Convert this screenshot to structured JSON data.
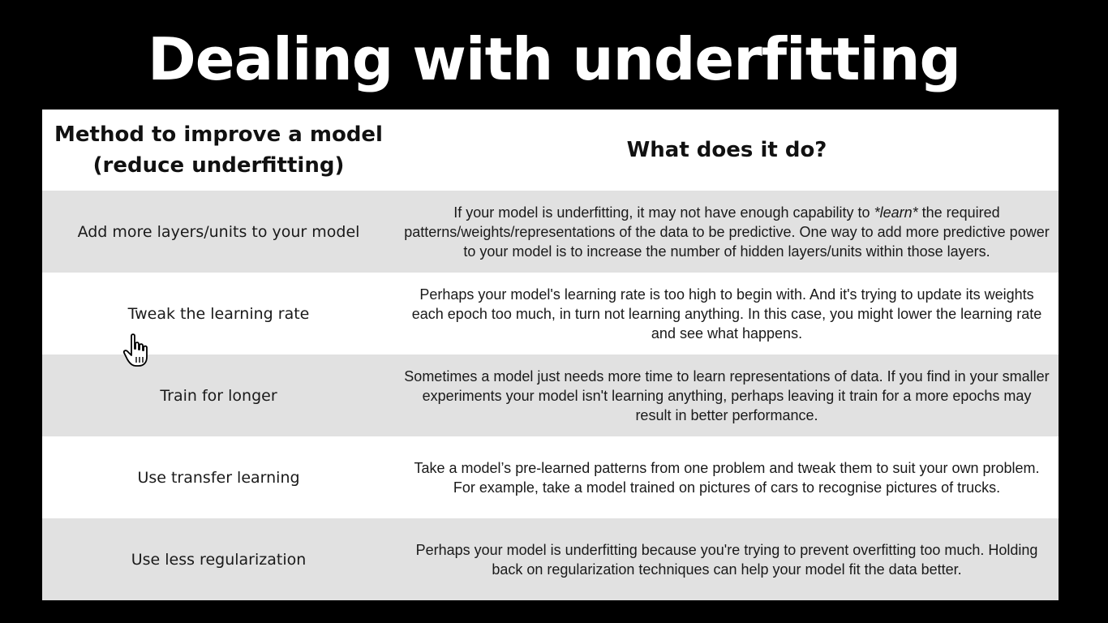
{
  "slide": {
    "title": "Dealing with underfitting"
  },
  "table": {
    "headers": {
      "method": "Method to improve a model (reduce underfitting)",
      "description": "What does it do?"
    },
    "rows": [
      {
        "method": "Add more layers/units to your model",
        "description_before": "If your model is underfitting, it may not have enough capability to ",
        "description_emphasis": "*learn*",
        "description_after": " the required patterns/weights/representations of the data to be predictive. One way to add more predictive power to your model is to increase the number of hidden layers/units within those layers."
      },
      {
        "method": "Tweak the learning rate",
        "description": "Perhaps your model's learning rate is too high to begin with. And it's trying to update its weights each epoch too much, in turn not learning anything. In this case, you might lower the learning rate and see what happens."
      },
      {
        "method": "Train for longer",
        "description": "Sometimes a model just needs more time to learn representations of data. If you find in your smaller experiments your model isn't learning anything, perhaps leaving it train for a more epochs may result in better performance."
      },
      {
        "method": "Use transfer learning",
        "description": "Take a model’s pre-learned patterns from one problem and tweak them to suit your own problem. For example, take a model trained on pictures of cars to recognise pictures of trucks."
      },
      {
        "method": "Use less regularization",
        "description": "Perhaps your model is underfitting because you're trying to prevent overfitting too much. Holding back on regularization techniques can help your model fit the data better."
      }
    ]
  },
  "colors": {
    "background": "#000000",
    "row_shaded": "#e1e1e1",
    "row_plain": "#ffffff",
    "text": "#1a1a1a"
  },
  "icons": {
    "cursor": "hand-pointer-icon"
  }
}
